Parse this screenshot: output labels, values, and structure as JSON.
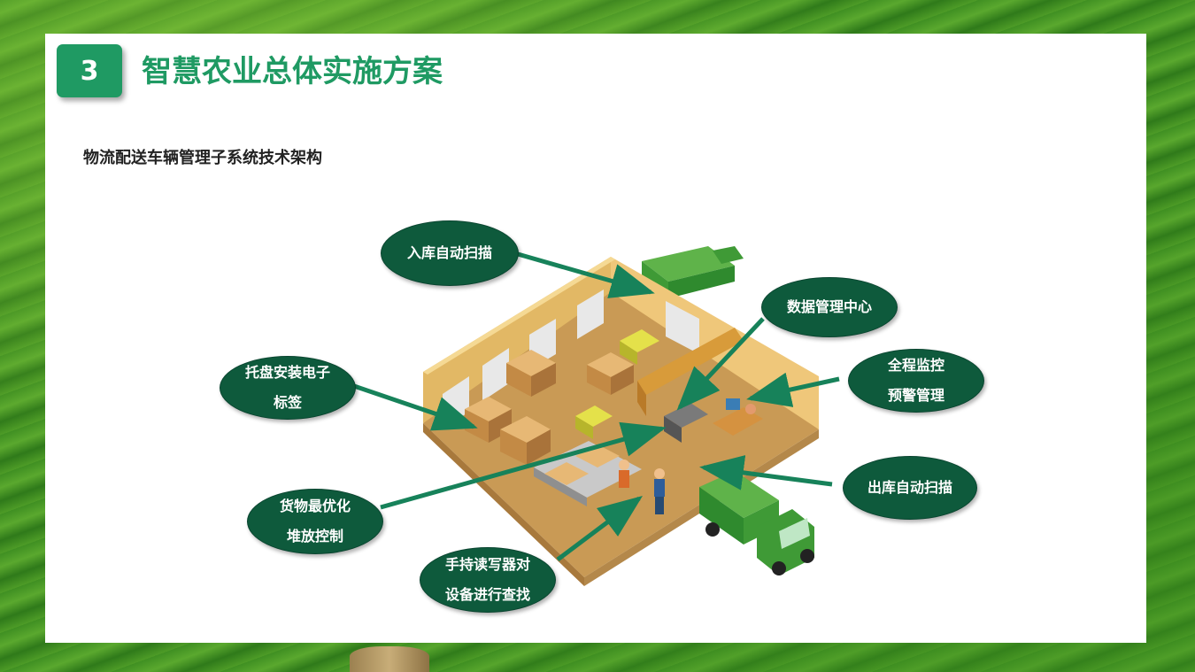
{
  "slide": {
    "section_number": "3",
    "title": "智慧农业总体实施方案",
    "subtitle": "物流配送车辆管理子系统技术架构"
  },
  "diagram": {
    "illustration": "warehouse-isometric",
    "colors": {
      "callout_fill": "#0e5a3c",
      "arrow": "#17825a",
      "accent": "#1f9a63",
      "truck": "#2f8a2e"
    },
    "callouts": {
      "inbound_scan": {
        "lines": [
          "入库自动扫描"
        ]
      },
      "data_center": {
        "lines": [
          "数据管理中心"
        ]
      },
      "pallet_tag": {
        "lines": [
          "托盘安装电子",
          "标签"
        ]
      },
      "monitoring": {
        "lines": [
          "全程监控",
          "预警管理"
        ]
      },
      "outbound_scan": {
        "lines": [
          "出库自动扫描"
        ]
      },
      "cargo_opt": {
        "lines": [
          "货物最优化",
          "堆放控制"
        ]
      },
      "handheld": {
        "lines": [
          "手持读写器对",
          "设备进行查找"
        ]
      }
    }
  }
}
